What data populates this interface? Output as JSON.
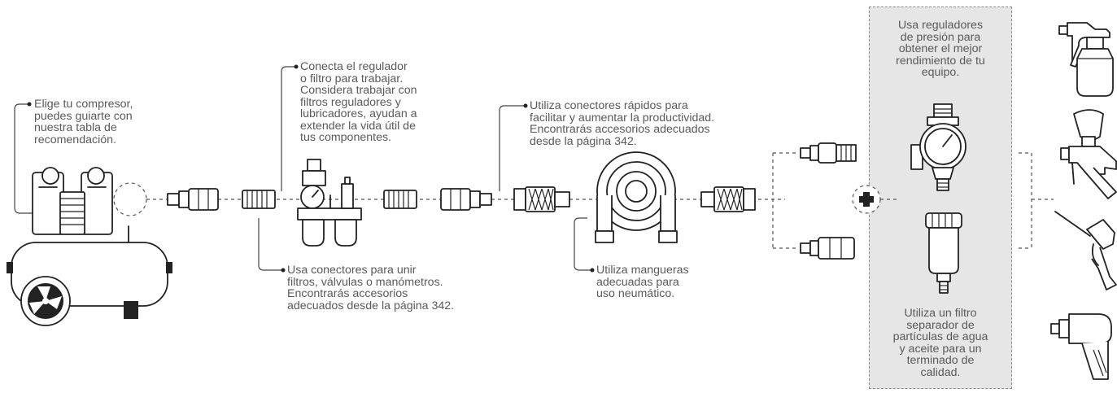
{
  "notes": {
    "compressor": "Elige tu compresor,\npuedes guiarte con\nnuestra tabla de\nrecomendación.",
    "regulator": "Conecta el regulador\no filtro para trabajar.\nConsidera trabajar con\nfiltros reguladores y\nlubricadores, ayudan a\nextender la vida útil de\ntus componentes.",
    "connectors": "Usa conectores para unir\nfiltros, válvulas o manómetros.\nEncontrarás accesorios\nadecuados desde la página 342.",
    "quick_connectors": "Utiliza conectores rápidos para\nfacilitar y aumentar la productividad.\nEncontrarás accesorios adecuados\ndesde la página 342.",
    "hoses": "Utiliza mangueras\nadecuadas para\nuso neumático.",
    "pressure_regulators": "Usa reguladores\nde presión para\nobtener el mejor\nrendimiento de tu\nequipo.",
    "separator_filter": "Utiliza un filtro\nseparador de\npartículas de agua\ny aceite para un\nterminado de\ncalidad."
  },
  "icons": [
    "compressor-icon",
    "quick-plug-icon",
    "nipple-connector-icon",
    "filter-regulator-lubricator-icon",
    "quick-coupler-icon",
    "hose-coil-icon",
    "plus-icon",
    "pressure-regulator-icon",
    "water-oil-separator-icon",
    "spray-gun-icon",
    "gravity-spray-gun-icon",
    "blow-gun-icon",
    "impact-wrench-icon"
  ],
  "colors": {
    "ink": "#222222",
    "text": "#5a5a5a",
    "panel": "#e6e6e6",
    "panel_border": "#8a8a8a"
  }
}
